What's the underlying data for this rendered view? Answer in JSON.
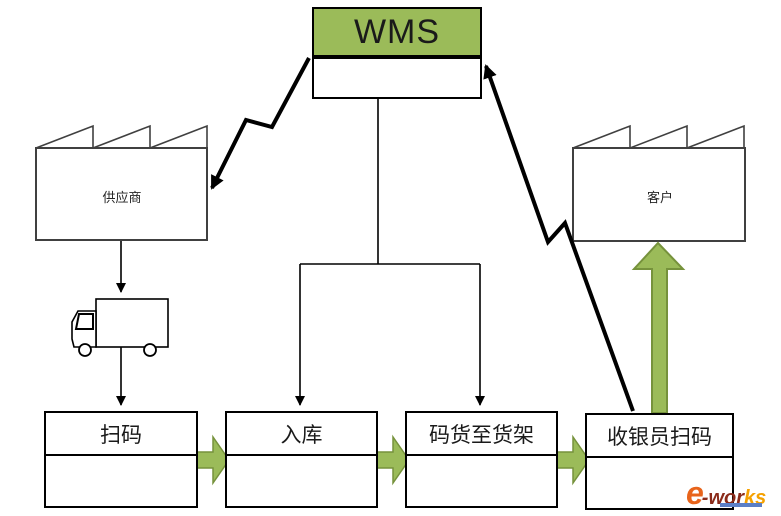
{
  "diagram": {
    "wms": {
      "label": "WMS"
    },
    "supplier": {
      "label": "供应商"
    },
    "customer": {
      "label": "客户"
    },
    "processes": [
      {
        "label": "扫码"
      },
      {
        "label": "入库"
      },
      {
        "label": "码货至货架"
      },
      {
        "label": "收银员扫码"
      }
    ],
    "colors": {
      "accent_green": "#9BBB59",
      "accent_green_border": "#76923C",
      "line_black": "#000000",
      "shape_outline": "#404040"
    },
    "logo": {
      "part_e": "e",
      "part_mid": "-wor",
      "part_ks": "ks"
    }
  }
}
